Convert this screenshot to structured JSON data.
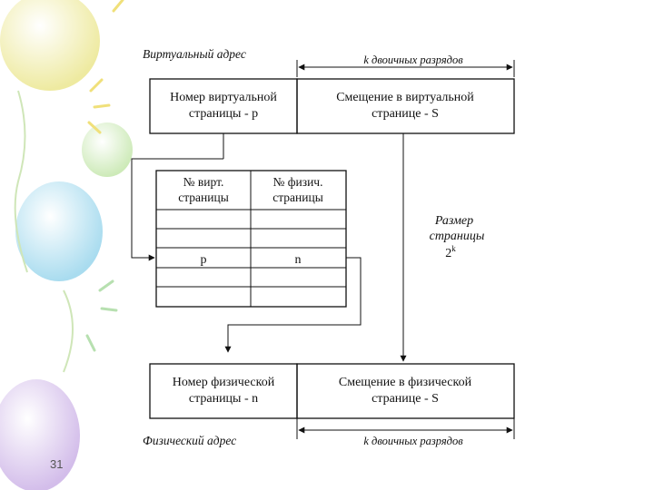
{
  "slide_number": "31",
  "virtual_address": {
    "label": "Виртуальный адрес",
    "bits_label": "k двоичных разрядов",
    "page_cell": [
      "Номер виртуальной",
      "страницы - p"
    ],
    "offset_cell": [
      "Смещение в виртуальной",
      "странице - S"
    ]
  },
  "page_table": {
    "header_left": [
      "№ вирт.",
      "страницы"
    ],
    "header_right": [
      "№ физич.",
      "страницы"
    ],
    "row_left": "p",
    "row_right": "n"
  },
  "page_size": {
    "line1": "Размер",
    "line2": "страницы",
    "value_base": "2",
    "value_exp": "k"
  },
  "physical_address": {
    "label": "Физический адрес",
    "bits_label": "k двоичных разрядов",
    "page_cell": [
      "Номер физической",
      "страницы - n"
    ],
    "offset_cell": [
      "Смещение в физической",
      "странице - S"
    ]
  },
  "colors": {
    "line": "#111111",
    "balloon_yellow": "#f4f0a8",
    "balloon_cyan": "#bfe6f2",
    "balloon_purple": "#dcc8ee",
    "balloon_green": "#d8f0c8"
  }
}
